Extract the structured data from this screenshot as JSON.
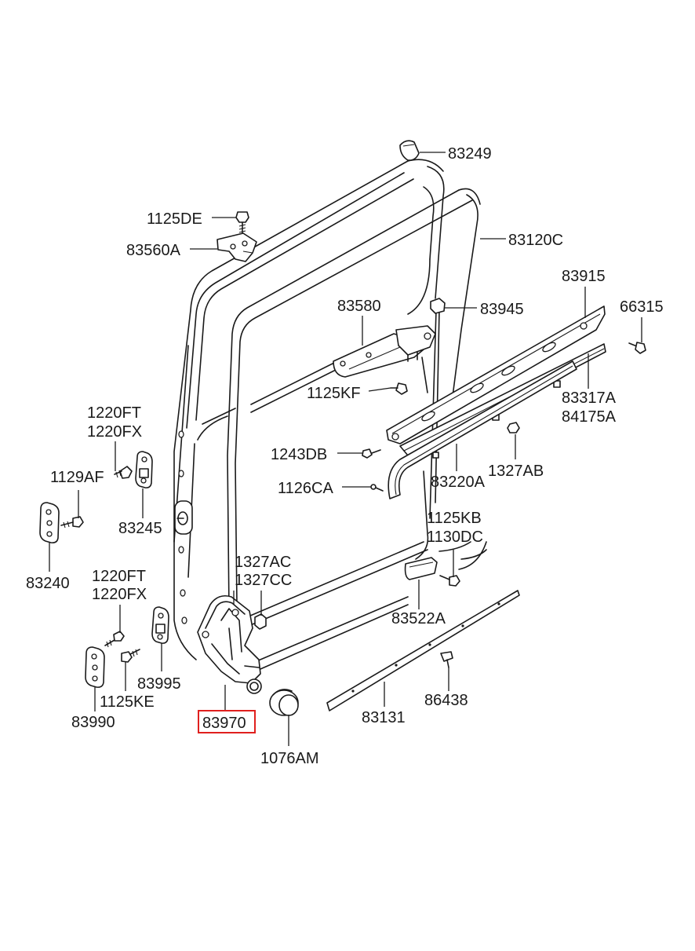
{
  "labels": {
    "p83249": "83249",
    "p1125DE": "1125DE",
    "p83560A": "83560A",
    "p83120C": "83120C",
    "p83915": "83915",
    "p66315": "66315",
    "p83580": "83580",
    "p83945": "83945",
    "p1125KF": "1125KF",
    "p83317A": "83317A",
    "p84175A": "84175A",
    "p1220FT_a": "1220FT",
    "p1220FX_a": "1220FX",
    "p1243DB": "1243DB",
    "p1327AB": "1327AB",
    "p1129AF": "1129AF",
    "p83220A": "83220A",
    "p1126CA": "1126CA",
    "p83245": "83245",
    "p1125KB": "1125KB",
    "p1130DC": "1130DC",
    "p83240": "83240",
    "p1327AC": "1327AC",
    "p1327CC": "1327CC",
    "p1220FT_b": "1220FT",
    "p1220FX_b": "1220FX",
    "p83522A": "83522A",
    "p83995": "83995",
    "p1125KE": "1125KE",
    "p83990": "83990",
    "p83970": "83970",
    "p83131": "83131",
    "p86438": "86438",
    "p1076AM": "1076AM"
  },
  "highlight": {
    "part": "83970",
    "color": "#e0201e"
  }
}
